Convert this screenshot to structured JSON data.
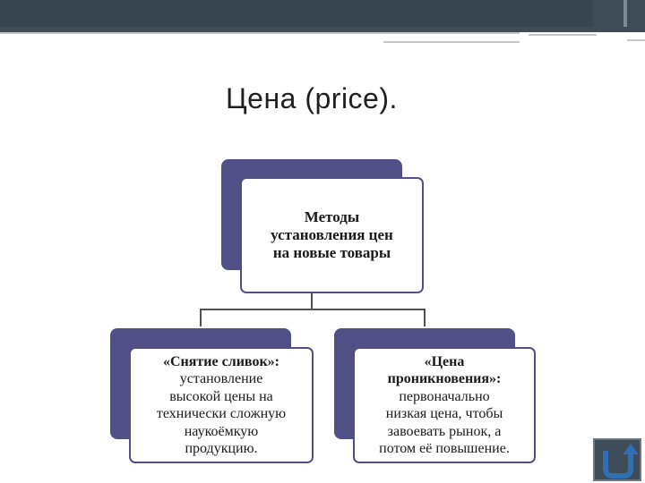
{
  "slide": {
    "title": "Цена (price)."
  },
  "diagram": {
    "root": {
      "line1": "Методы",
      "line2": "установления цен",
      "line3": "на новые товары"
    },
    "left": {
      "line1": "«Снятие сливок»:",
      "line2": "установление",
      "line3": "высокой цены на",
      "line4": "технически сложную",
      "line5": "наукоёмкую",
      "line6": "продукцию."
    },
    "right": {
      "line1": "«Цена",
      "line2": "проникновения»:",
      "line3": "первоначально",
      "line4": "низкая цена, чтобы",
      "line5": "завоевать рынок, а",
      "line6": "потом её повышение."
    }
  },
  "colors": {
    "accent": "#505087",
    "header": "#3d4c57"
  },
  "icons": {
    "nav": "return-arrow-icon"
  }
}
